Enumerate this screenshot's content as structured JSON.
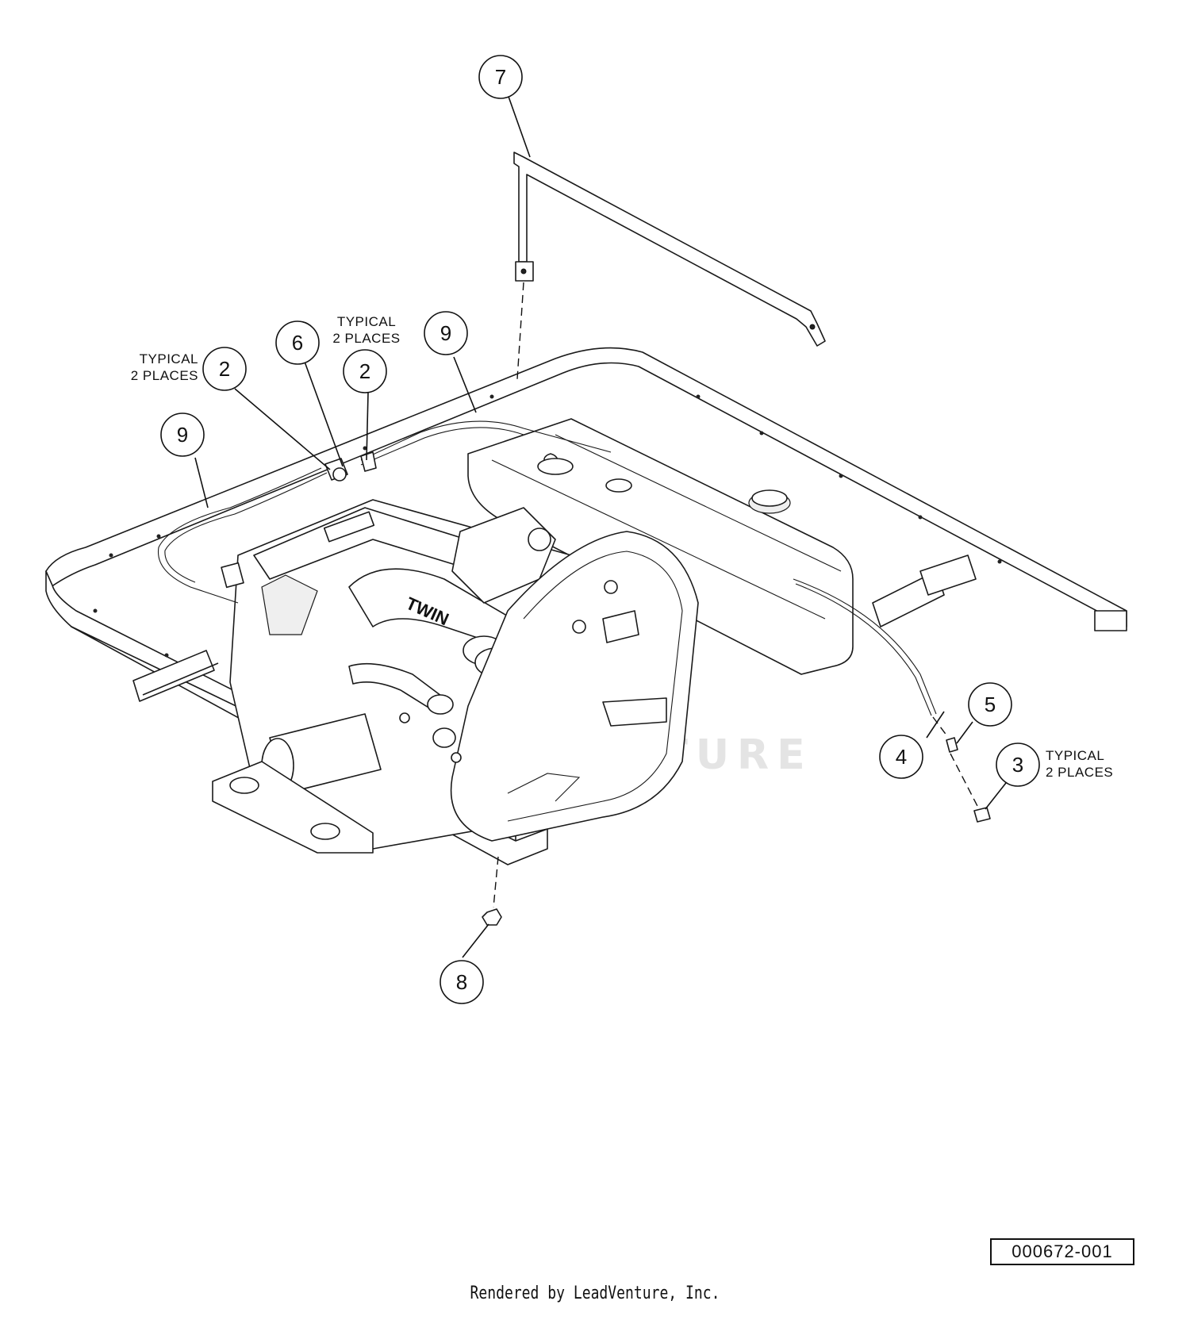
{
  "diagram": {
    "callouts": [
      {
        "label": "7"
      },
      {
        "label": "6"
      },
      {
        "label": "2"
      },
      {
        "label": "2"
      },
      {
        "label": "9"
      },
      {
        "label": "9"
      },
      {
        "label": "5"
      },
      {
        "label": "4"
      },
      {
        "label": "3"
      },
      {
        "label": "8"
      }
    ],
    "notes": [
      {
        "line1": "TYPICAL",
        "line2": "2 PLACES"
      },
      {
        "line1": "TYPICAL",
        "line2": "2 PLACES"
      },
      {
        "line1": "TYPICAL",
        "line2": "2 PLACES"
      }
    ],
    "engine_text": "TWIN",
    "watermark": "LEADVENTURE"
  },
  "footer": {
    "part_number": "000672-001",
    "credit": "Rendered by LeadVenture, Inc."
  }
}
